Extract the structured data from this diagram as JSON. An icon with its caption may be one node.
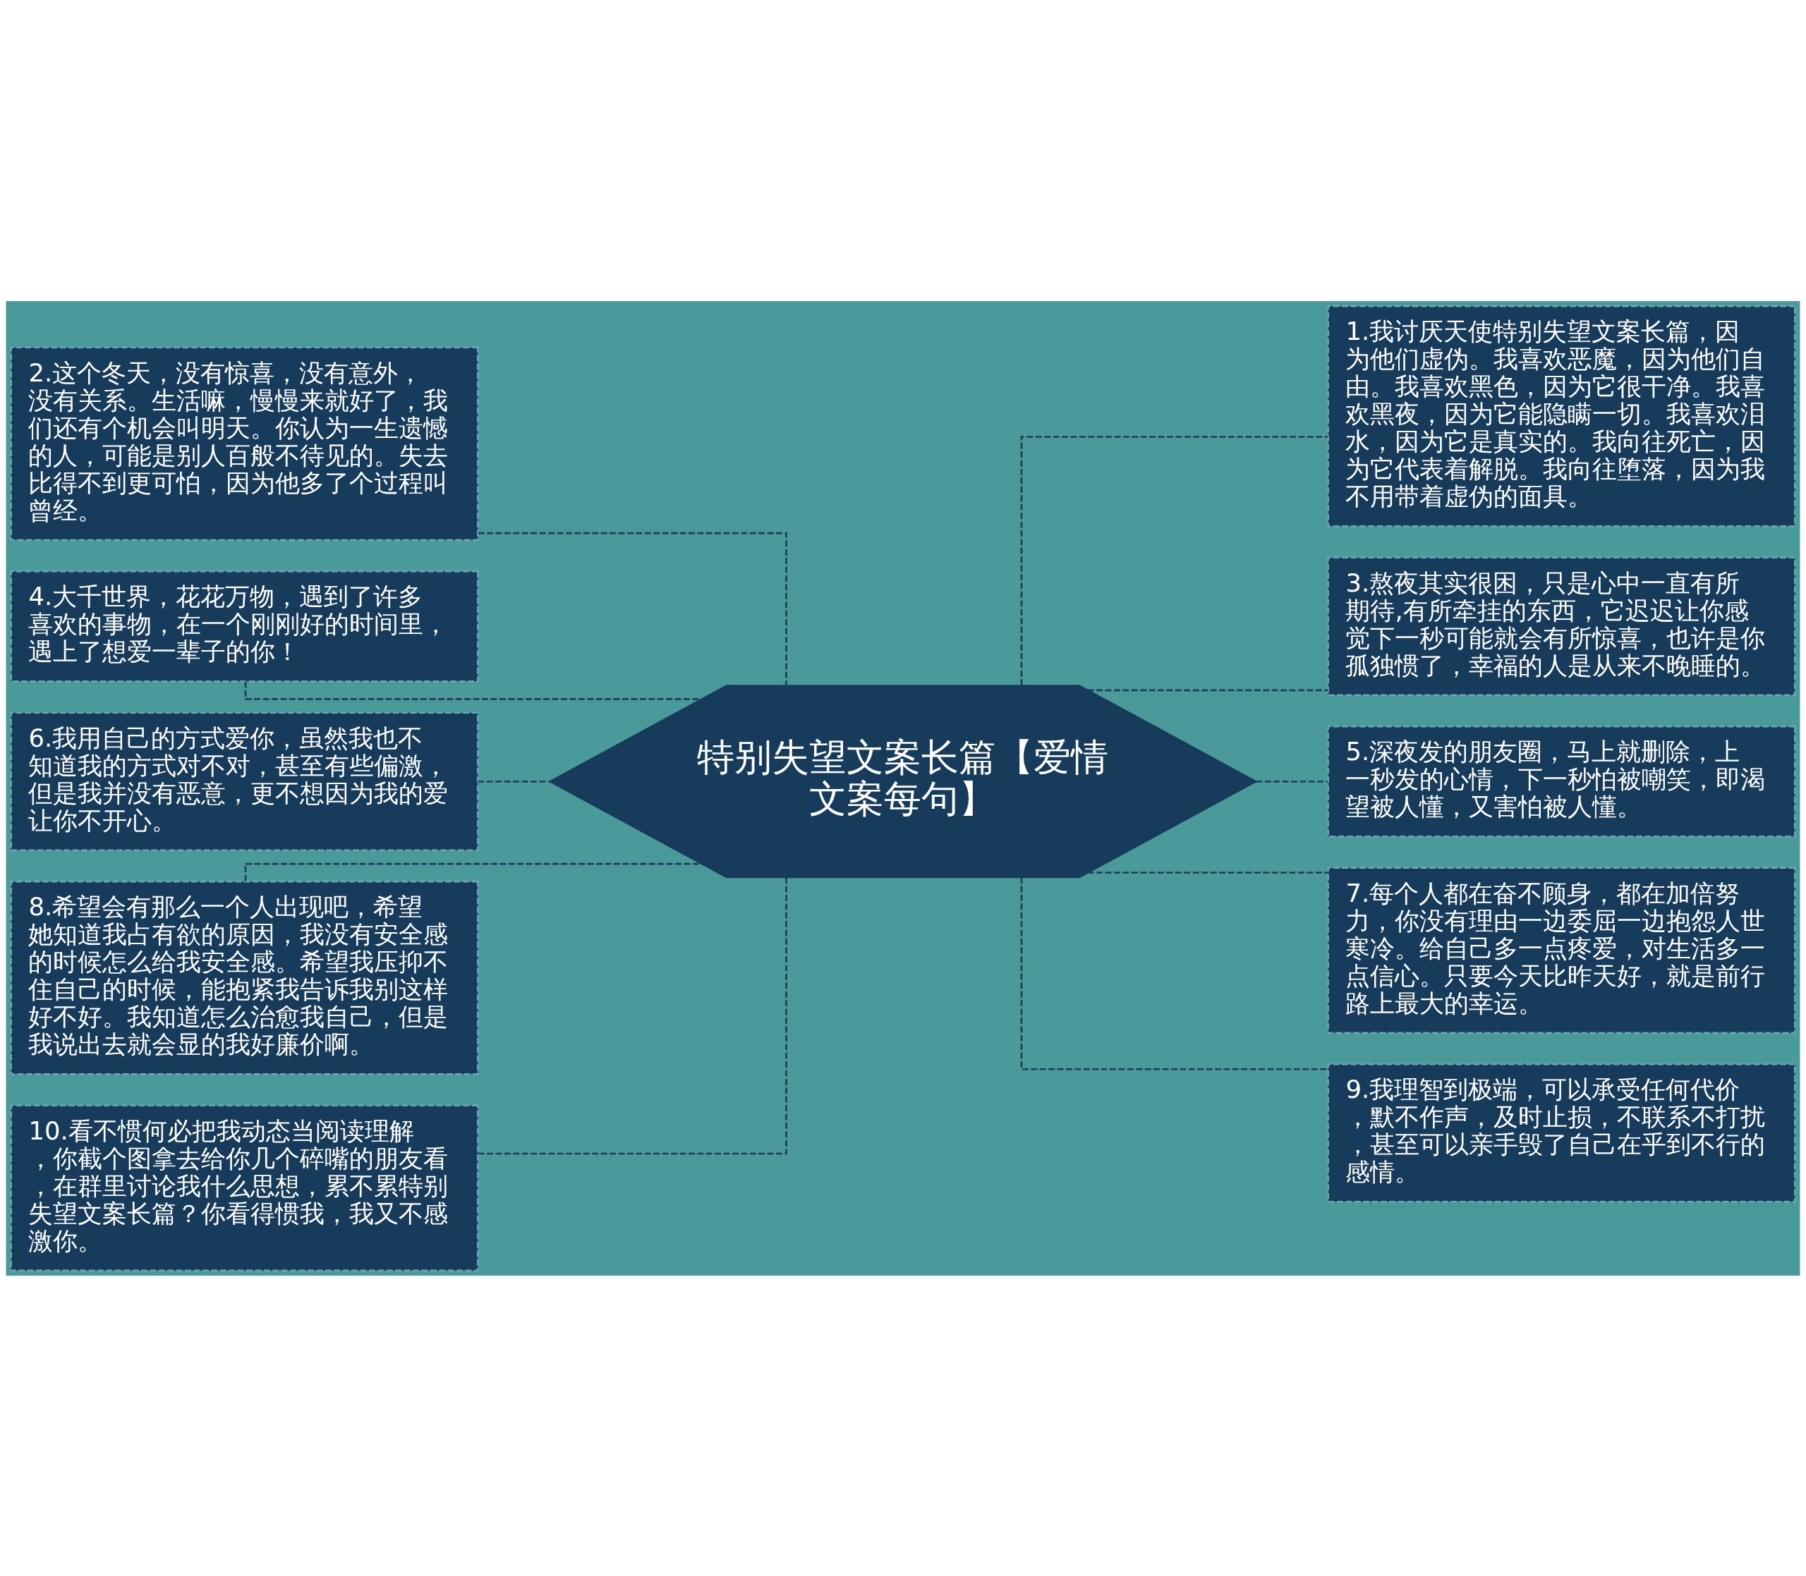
{
  "diagram": {
    "nodes": [
      {
        "text": [
          "特别失望文案长篇【爱情文案每句】"
        ]
      },
      {
        "text": [
          "1.我讨厌天使特别失望文案长篇，因为他们虚伪。我喜欢恶魔，因为他们自由。我喜欢黑色，因为它很干净。我喜欢黑夜，因为它能隐瞒一切。我喜欢泪水，因为它是真实的。我向往死亡，因为它代表着解脱。我向往堕落，因为我不用带着虚伪的面具。"
        ]
      },
      {
        "text": [
          "3.熬夜其实很困，只是心中一直有所期待,有所牵挂的东西，它迟迟让你感觉下一秒可能就会有所惊喜，也许是你孤独惯了，幸福的人是从来不晚睡的。"
        ]
      },
      {
        "text": [
          "5.深夜发的朋友圈，马上就删除，上一秒发的心情，下一秒怕被嘲笑，即渴望被人懂，又害怕被人懂。"
        ]
      },
      {
        "text": [
          "7.每个人都在奋不顾身，都在加倍努力，你没有理由一边委屈一边抱怨人世寒冷。给自己多一点疼爱，对生活多一点信心。只要今天比昨天好，就是前行路上最大的幸运。"
        ]
      },
      {
        "text": [
          "9.我理智到极端，可以承受任何代价，默不作声，及时止损，不联系不打扰，甚至可以亲手毁了自己在乎到不行的感情。"
        ]
      },
      {
        "text": [
          "2.这个冬天，没有惊喜，没有意外，没有关系。生活嘛，慢慢来就好了，我们还有个机会叫明天。你认为一生遗憾的人，可能是别人百般不待见的。失去比得不到更可怕，因为他多了个过程叫曾经。"
        ]
      },
      {
        "text": [
          "4.大千世界，花花万物，遇到了许多喜欢的事物，在一个刚刚好的时间里，遇上了想爱一辈子的你！"
        ]
      },
      {
        "text": [
          "6.我用自己的方式爱你，虽然我也不知道我的方式对不对，甚至有些偏激，但是我并没有恶意，更不想因为我的爱让你不开心。"
        ]
      },
      {
        "text": [
          "8.希望会有那么一个人出现吧，希望她知道我占有欲的原因，我没有安全感的时候怎么给我安全感。希望我压抑不住自己的时候，能抱紧我告诉我别这样好不好。我知道怎么治愈我自己，但是我说出去就会显的我好廉价啊。"
        ]
      },
      {
        "text": [
          "10.看不惯何必把我动态当阅读理解，你截个图拿去给你几个碎嘴的朋友看，在群里讨论我什么思想，累不累特别失望文案长篇？你看得惯我，我又不感激你。"
        ]
      }
    ],
    "edges": [
      {
        "from": 0,
        "to": 1,
        "arrow": "none",
        "style": "dashed"
      },
      {
        "from": 0,
        "to": 2,
        "arrow": "none",
        "style": "dashed"
      },
      {
        "from": 0,
        "to": 3,
        "arrow": "none",
        "style": "dashed"
      },
      {
        "from": 0,
        "to": 4,
        "arrow": "none",
        "style": "dashed"
      },
      {
        "from": 0,
        "to": 5,
        "arrow": "none",
        "style": "dashed"
      },
      {
        "from": 6,
        "to": 0,
        "arrow": "none",
        "style": "dashed"
      },
      {
        "from": 7,
        "to": 0,
        "arrow": "none",
        "style": "dashed"
      },
      {
        "from": 8,
        "to": 0,
        "arrow": "none",
        "style": "dashed"
      },
      {
        "from": 9,
        "to": 0,
        "arrow": "none",
        "style": "dashed"
      },
      {
        "from": 10,
        "to": 0,
        "arrow": "none",
        "style": "dashed"
      }
    ]
  }
}
